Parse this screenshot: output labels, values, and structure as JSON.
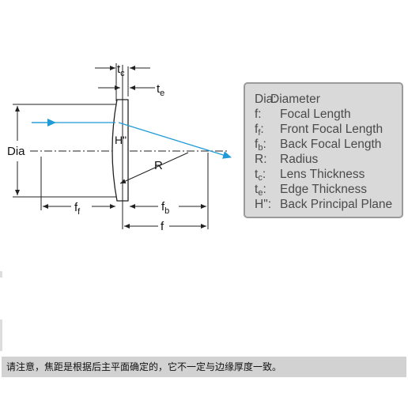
{
  "diagram": {
    "labels": {
      "tc": "t",
      "tc_sub": "c",
      "te": "t",
      "te_sub": "e",
      "dia": "Dia",
      "principal_plane": "H\"",
      "radius": "R",
      "ff": "f",
      "ff_sub": "f",
      "fb": "f",
      "fb_sub": "b",
      "f": "f"
    },
    "colors": {
      "ray": "#1f9bd7",
      "lines": "#222222",
      "lens": "#ffffff"
    }
  },
  "legend": {
    "items": [
      {
        "symbol": "Dia:",
        "definition": "Diameter"
      },
      {
        "symbol": "f:",
        "definition": "Focal Length"
      },
      {
        "symbol": "f",
        "subscript": "f",
        "suffix": ":",
        "definition": "Front Focal Length"
      },
      {
        "symbol": "f",
        "subscript": "b",
        "suffix": ":",
        "definition": "Back Focal Length"
      },
      {
        "symbol": "R:",
        "definition": "Radius"
      },
      {
        "symbol": "t",
        "subscript": "c",
        "suffix": ":",
        "definition": "Lens Thickness"
      },
      {
        "symbol": "t",
        "subscript": "e",
        "suffix": ":",
        "definition": "Edge Thickness"
      },
      {
        "symbol": "H\":",
        "definition": "Back Principal Plane"
      }
    ]
  },
  "note": {
    "text": "请注意，焦距是根据后主平面确定的，它不一定与边缘厚度一致。"
  }
}
